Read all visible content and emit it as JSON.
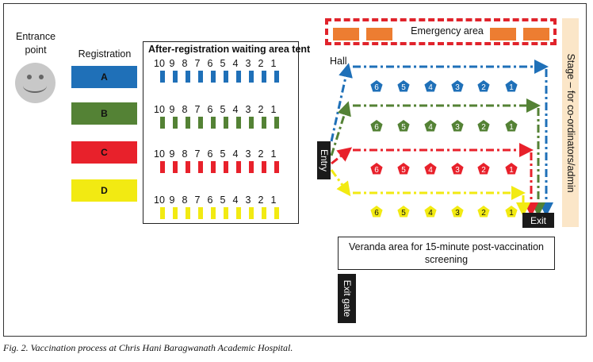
{
  "entrance": {
    "label_line1": "Entrance",
    "label_line2": "point",
    "icon": "smiley-face-icon"
  },
  "registration": {
    "title": "Registration",
    "desks": [
      {
        "label": "A",
        "color": "#1f70b8"
      },
      {
        "label": "B",
        "color": "#548235"
      },
      {
        "label": "C",
        "color": "#e8212b"
      },
      {
        "label": "D",
        "color": "#f2ea12"
      }
    ]
  },
  "tent": {
    "title": "After-registration waiting area tent",
    "seat_numbers": [
      "10",
      "9",
      "8",
      "7",
      "6",
      "5",
      "4",
      "3",
      "2",
      "1"
    ],
    "rows": [
      {
        "group": "A",
        "color": "#1f70b8"
      },
      {
        "group": "B",
        "color": "#548235"
      },
      {
        "group": "C",
        "color": "#e8212b"
      },
      {
        "group": "D",
        "color": "#f2ea12"
      }
    ]
  },
  "emergency": {
    "label": "Emergency area",
    "border_color": "#e0232b",
    "bed_color": "#ed7d31",
    "bed_count": 4
  },
  "hall": {
    "label": "Hall",
    "station_numbers": [
      "6",
      "5",
      "4",
      "3",
      "2",
      "1"
    ],
    "lanes": [
      {
        "group": "A",
        "color": "#1f70b8",
        "text_color": "#ffffff"
      },
      {
        "group": "B",
        "color": "#548235",
        "text_color": "#ffffff"
      },
      {
        "group": "C",
        "color": "#e8212b",
        "text_color": "#ffffff"
      },
      {
        "group": "D",
        "color": "#f2ea12",
        "text_color": "#111111"
      }
    ]
  },
  "entry": {
    "label": "Entry"
  },
  "exit": {
    "label": "Exit"
  },
  "stage": {
    "label": "Stage – for co-ordinators/admin"
  },
  "veranda": {
    "line1": "Veranda area for 15-minute post-vaccination",
    "line2": "screening"
  },
  "exit_gate": {
    "label": "Exit gate"
  },
  "caption": "Fig. 2. Vaccination process at Chris Hani Baragwanath Academic Hospital."
}
